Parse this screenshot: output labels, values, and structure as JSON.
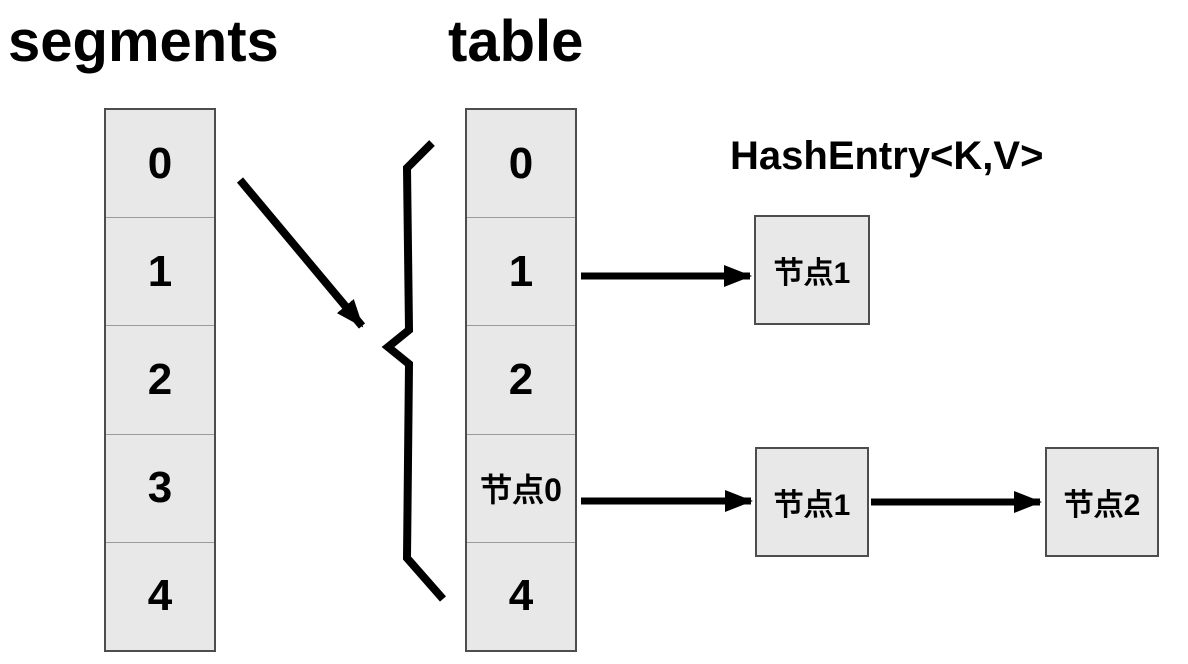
{
  "diagram": {
    "title_segments": "segments",
    "title_table": "table",
    "hash_entry_type_label": "HashEntry<K,V>"
  },
  "segments_column": {
    "cells": [
      "0",
      "1",
      "2",
      "3",
      "4"
    ]
  },
  "table_column": {
    "cells": [
      "0",
      "1",
      "2",
      "节点0",
      "4"
    ]
  },
  "linked_nodes": {
    "bucket1": [
      "节点1"
    ],
    "bucket_node0": [
      "节点1",
      "节点2"
    ]
  },
  "colors": {
    "background": "#ffffff",
    "cell_fill": "#e8e8e8",
    "cell_border": "#4d4d4d",
    "cell_separator": "#9a9a9a",
    "arrow": "#000000",
    "text": "#000000"
  }
}
